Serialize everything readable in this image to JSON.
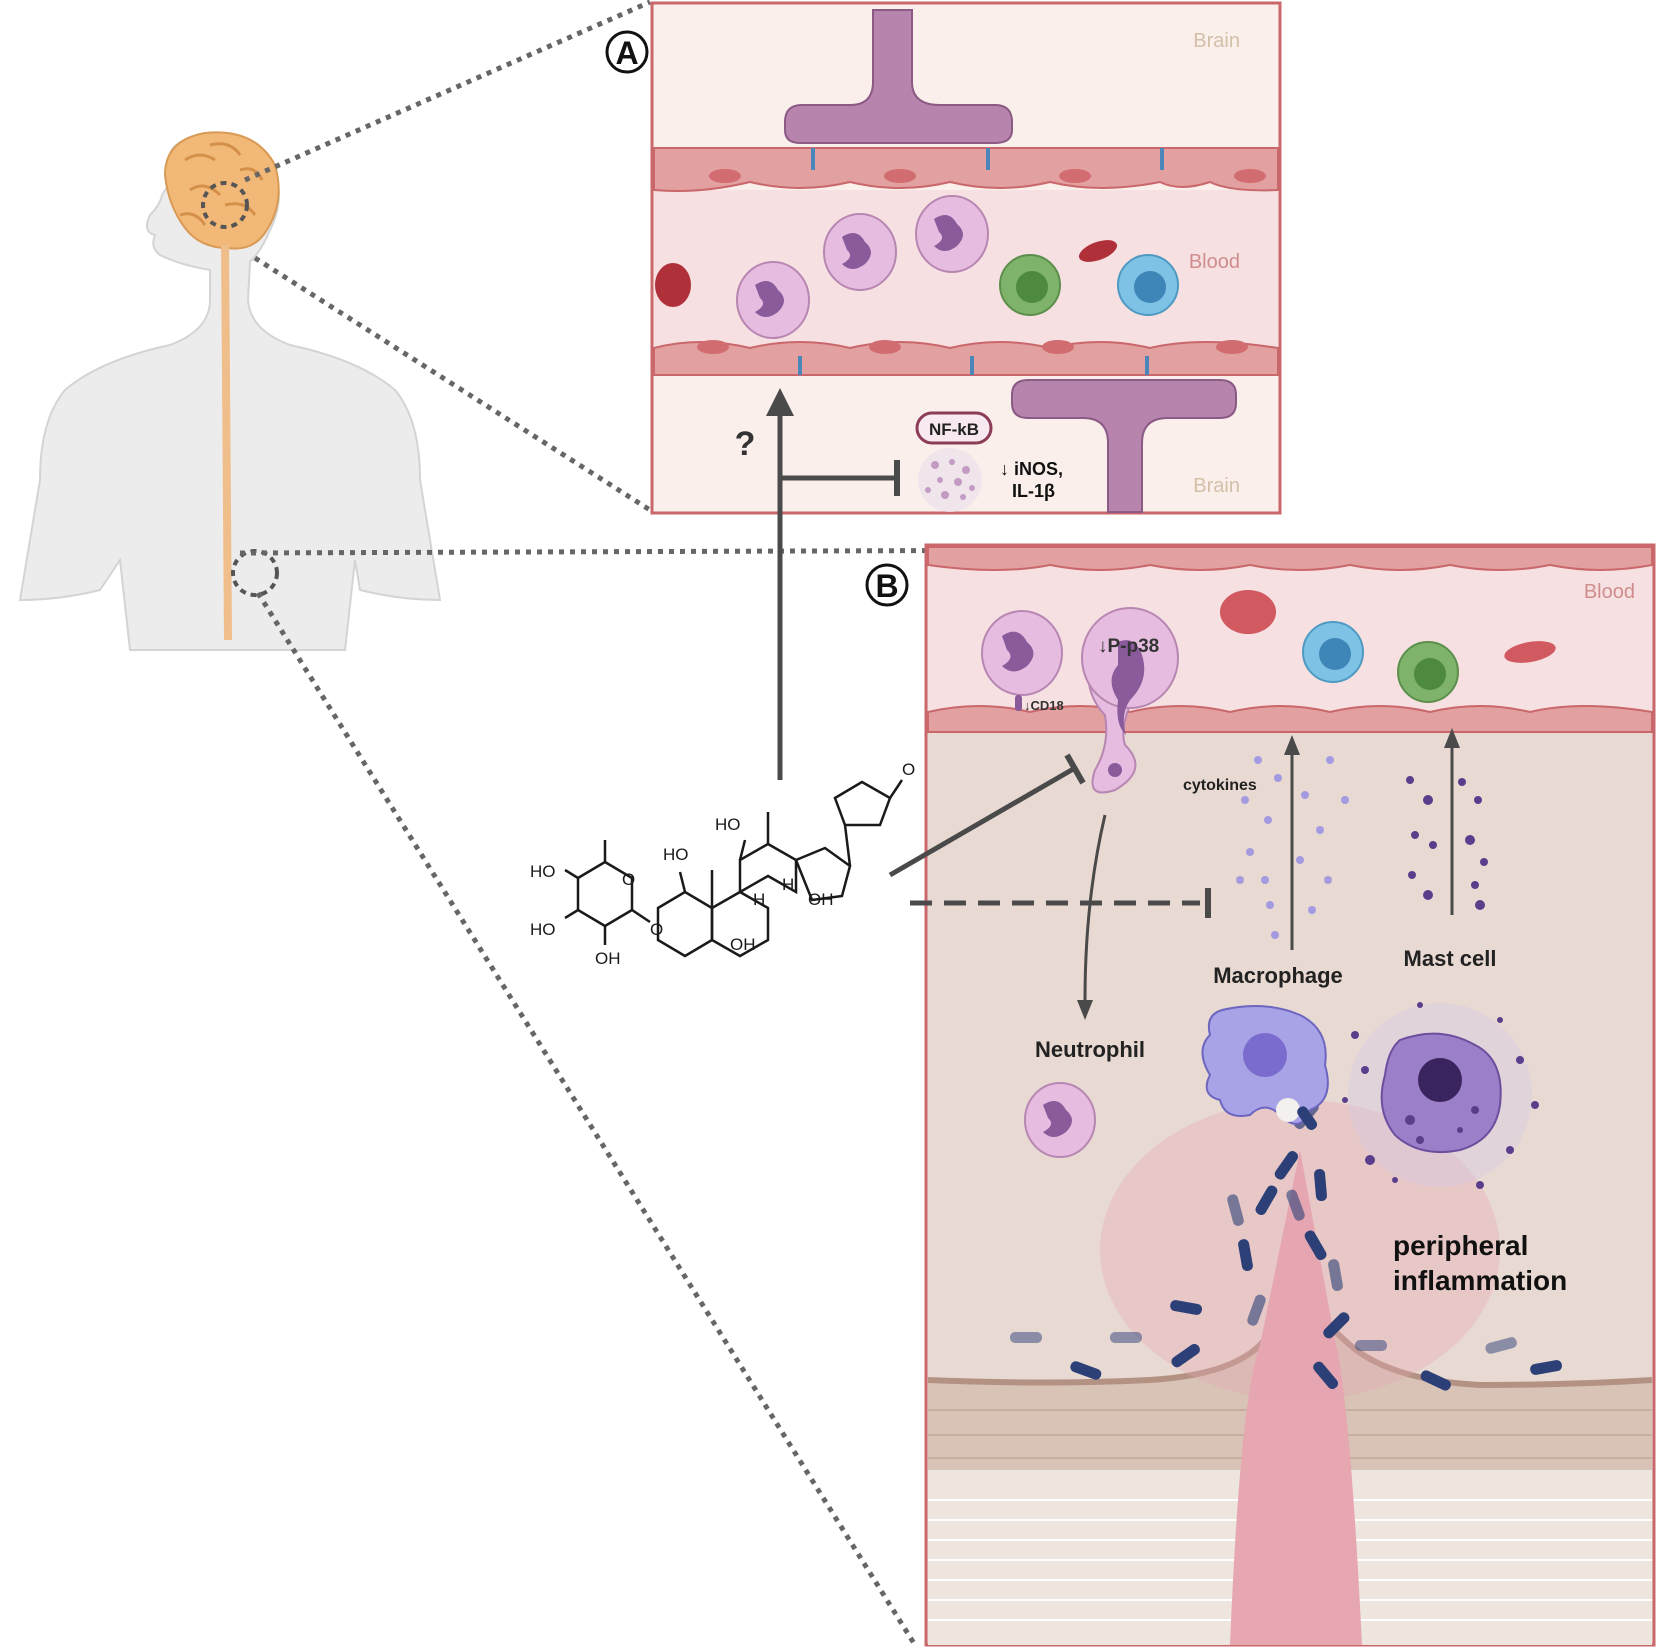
{
  "panels": {
    "a": {
      "badge": "A",
      "brain_top_label": "Brain",
      "blood_label": "Blood",
      "brain_bottom_label": "Brain",
      "question_mark": "?",
      "nfkb_label": "NF-kB",
      "inos_line1": "↓ iNOS,",
      "inos_line2": "IL-1β"
    },
    "b": {
      "badge": "B",
      "blood_label": "Blood",
      "pp38_label": "↓P-p38",
      "cd18_label": "↓CD18",
      "cytokines_label": "cytokines",
      "macrophage_label": "Macrophage",
      "mast_cell_label": "Mast cell",
      "neutrophil_label": "Neutrophil",
      "inflammation_line1": "peripheral",
      "inflammation_line2": "inflammation"
    }
  },
  "molecule": {
    "labels": [
      "HO",
      "HO",
      "HO",
      "HO",
      "OH",
      "OH",
      "OH",
      "H",
      "H",
      "O",
      "O",
      "O"
    ]
  },
  "colors": {
    "panel_border": "#c9676b",
    "brain_bg": "#fbefeb",
    "blood_bg": "#f6e0e1",
    "tissue_bg": "#e8dad2",
    "endothelium": "#e3a0a0",
    "neutrophil": "#e6bde0",
    "nucleus": "#8a5a9b",
    "astrocyte": "#b784ad",
    "lymphocyte_green": "#7fb36b",
    "lymphocyte_blue": "#7ec3e6",
    "rbc": "#b0303a",
    "bacteria": "#2c3f77",
    "macrophage": "#a8a3e6",
    "mast_cell": "#9b7fc8",
    "arrow": "#4a4a4a"
  }
}
